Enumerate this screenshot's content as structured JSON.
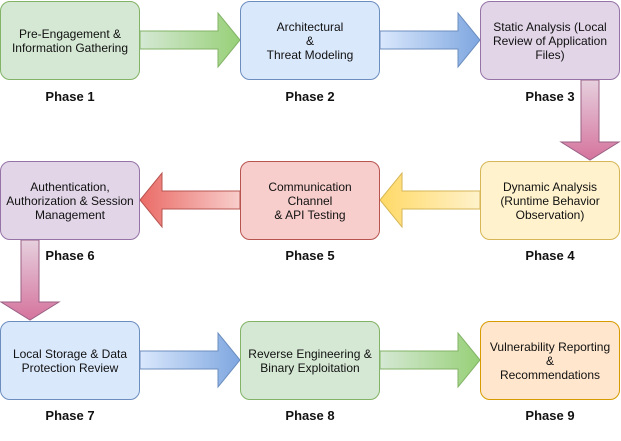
{
  "phases": [
    {
      "text": "Pre-Engagement &\nInformation Gathering",
      "label": "Phase 1"
    },
    {
      "text": "Architectural\n&\nThreat Modeling",
      "label": "Phase 2"
    },
    {
      "text": "Static Analysis (Local\nReview of Application\nFiles)",
      "label": "Phase 3"
    },
    {
      "text": "Dynamic Analysis\n(Runtime Behavior\nObservation)",
      "label": "Phase 4"
    },
    {
      "text": "Communication Channel\n& API Testing",
      "label": "Phase 5"
    },
    {
      "text": "Authentication,\nAuthorization & Session\nManagement",
      "label": "Phase 6"
    },
    {
      "text": "Local Storage & Data\nProtection Review",
      "label": "Phase 7"
    },
    {
      "text": "Reverse Engineering &\nBinary Exploitation",
      "label": "Phase 8"
    },
    {
      "text": "Vulnerability Reporting &\nRecommendations",
      "label": "Phase 9"
    }
  ],
  "colors": {
    "green": "#d5e8d4",
    "blue": "#dae8fc",
    "purple": "#e1d5e7",
    "yellow": "#fff2cc",
    "red": "#f8cecc",
    "orange": "#ffe6cc"
  }
}
